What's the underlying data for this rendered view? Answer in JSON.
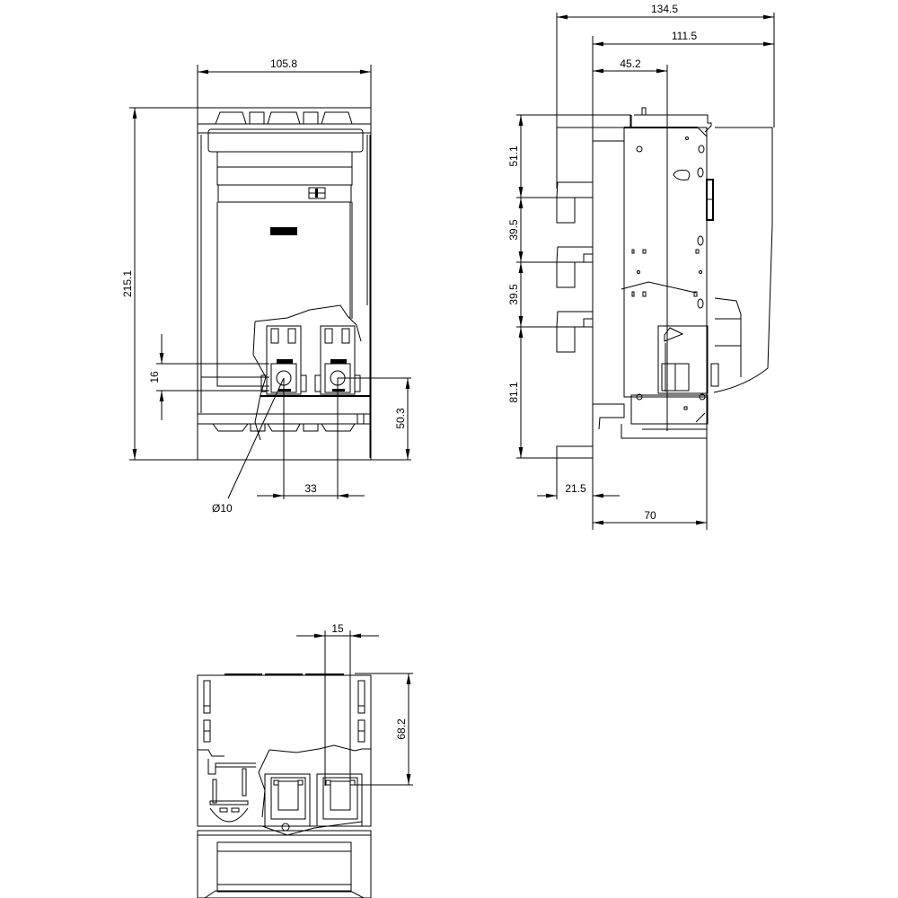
{
  "drawing": {
    "type": "technical dimension drawing",
    "units": "mm",
    "views": [
      {
        "name": "front-view",
        "dimensions": {
          "overall_width": "105.8",
          "overall_height": "215.1",
          "terminal_height": "16",
          "terminal_center_from_bottom": "50.3",
          "terminal_pitch": "33",
          "hole_diameter": "Ø10"
        }
      },
      {
        "name": "side-view",
        "dimensions": {
          "overall_depth": "134.5",
          "depth_from_mount": "111.5",
          "front_offset": "45.2",
          "section_1": "51.1",
          "section_2": "39.5",
          "section_3": "39.5",
          "section_4": "81.1",
          "rear_offset": "21.5",
          "body_depth": "70"
        }
      },
      {
        "name": "bottom-view",
        "dimensions": {
          "terminal_width": "15",
          "terminal_offset": "68.2"
        }
      }
    ]
  }
}
